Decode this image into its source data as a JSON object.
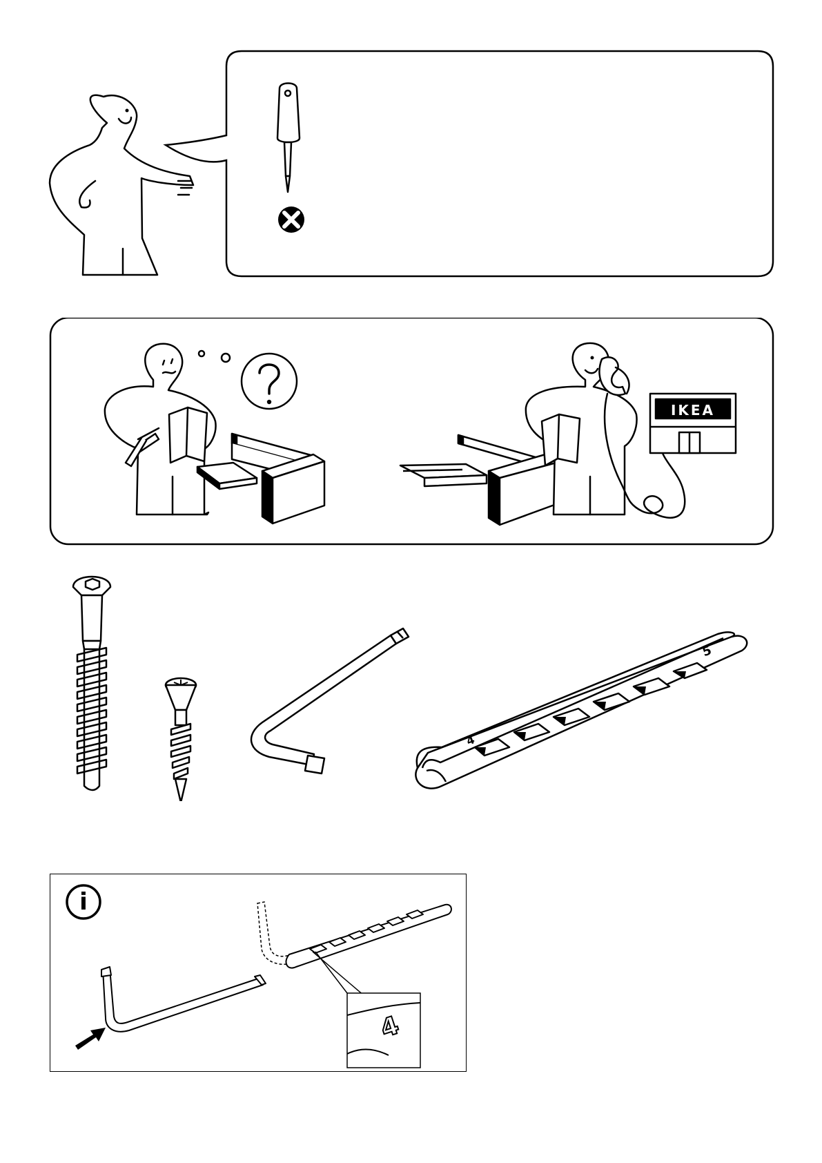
{
  "sign": {
    "brand": "IKEA"
  },
  "guide_numbers": {
    "left": "4",
    "right": "5",
    "zoom": "4"
  },
  "info_panel": {
    "icon_letter": "i"
  },
  "icons": {
    "prohibited": "prohibited-icon",
    "question": "question-icon",
    "info": "info-icon",
    "arrow": "arrow-icon"
  },
  "colors": {
    "ink": "#000000",
    "paper": "#ffffff",
    "metal": "#e6e6e6"
  }
}
